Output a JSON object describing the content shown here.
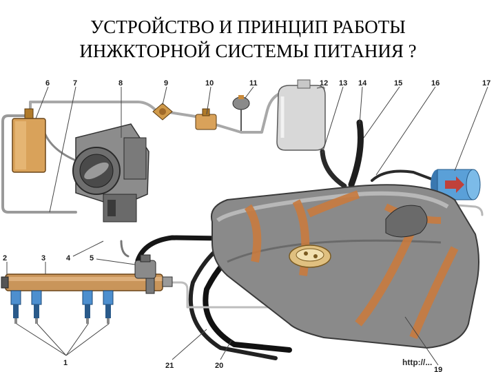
{
  "title": {
    "line1": "УСТРОЙСТВО И ПРИНЦИП РАБОТЫ",
    "line2": "ИНЖКТОРНОЙ СИСТЕМЫ ПИТАНИЯ ?"
  },
  "diagram": {
    "callouts": {
      "n1": "1",
      "n2": "2",
      "n3": "3",
      "n4": "4",
      "n5": "5",
      "n6": "6",
      "n7": "7",
      "n8": "8",
      "n9": "9",
      "n10": "10",
      "n11": "11",
      "n12": "12",
      "n13": "13",
      "n14": "14",
      "n15": "15",
      "n16": "16",
      "n17": "17",
      "n19": "19",
      "n20": "20",
      "n21": "21"
    },
    "watermark": "http://...",
    "colors": {
      "tank": "#8a8a8a",
      "tank_band": "#c87a3e",
      "canister": "#d9a25a",
      "fuel_filter": "#5aa0d8",
      "fuel_rail": "#c9955a",
      "pipe_dark": "#1a1a1a",
      "pipe_light": "#b0b0b0"
    }
  }
}
